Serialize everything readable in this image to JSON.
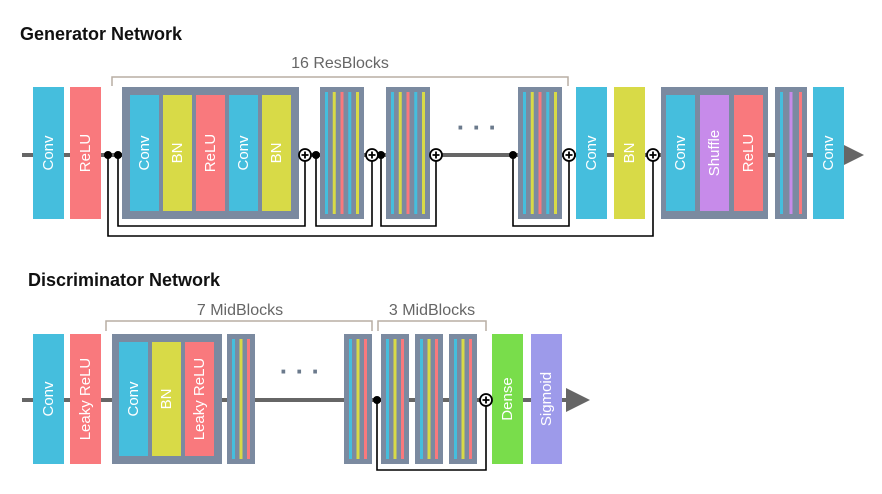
{
  "colors": {
    "conv": "#45BEDD",
    "relu": "#F9797D",
    "bn": "#D8DA47",
    "shuffle": "#C78BEA",
    "dense": "#79DD4B",
    "sigmoid": "#9D9AEA",
    "container": "#7B8AA0",
    "line": "#666666"
  },
  "generator": {
    "title": "Generator Network",
    "brace_label": "16 ResBlocks",
    "ellipsis": "· · ·",
    "pre_blocks": [
      "Conv",
      "ReLU"
    ],
    "resblock_layers": [
      "Conv",
      "BN",
      "ReLU",
      "Conv",
      "BN"
    ],
    "post_blocks": [
      "Conv",
      "BN"
    ],
    "upsample_layers": [
      "Conv",
      "Shuffle",
      "ReLU"
    ],
    "final_block": "Conv"
  },
  "discriminator": {
    "title": "Discriminator Network",
    "brace_label_1": "7 MidBlocks",
    "brace_label_2": "3 MidBlocks",
    "ellipsis": "· · ·",
    "pre_blocks": [
      "Conv",
      "Leaky ReLU"
    ],
    "midblock_layers": [
      "Conv",
      "BN",
      "Leaky ReLU"
    ],
    "post_blocks": [
      "Dense",
      "Sigmoid"
    ]
  }
}
